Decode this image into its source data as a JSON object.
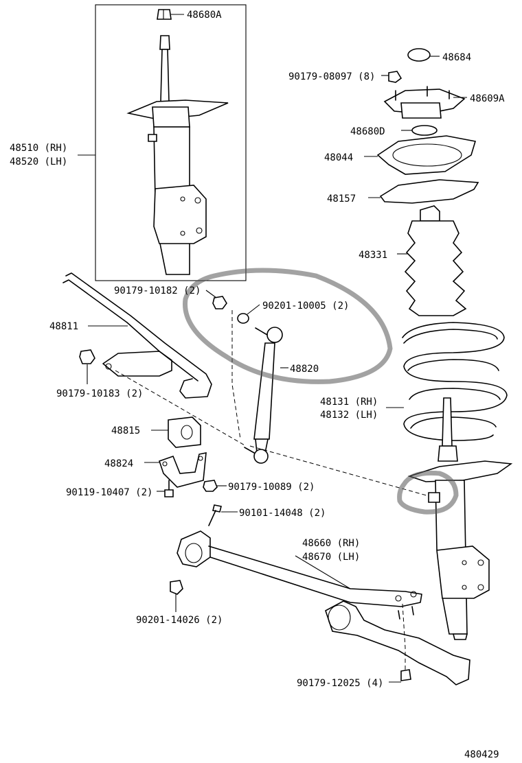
{
  "diagram": {
    "drawing_number": "480429",
    "callouts": [
      {
        "id": "c-48680a",
        "text": "48680A"
      },
      {
        "id": "c-48684",
        "text": "48684"
      },
      {
        "id": "c-90179-08097",
        "text": "90179-08097 (8)"
      },
      {
        "id": "c-48609a",
        "text": "48609A"
      },
      {
        "id": "c-48680d",
        "text": "48680D"
      },
      {
        "id": "c-48044",
        "text": "48044"
      },
      {
        "id": "c-48157",
        "text": "48157"
      },
      {
        "id": "c-48331",
        "text": "48331"
      },
      {
        "id": "c-48510",
        "text": "48510 (RH)"
      },
      {
        "id": "c-48520",
        "text": "48520 (LH)"
      },
      {
        "id": "c-90179-10182",
        "text": "90179-10182 (2)"
      },
      {
        "id": "c-90201-10005",
        "text": "90201-10005 (2)"
      },
      {
        "id": "c-48811",
        "text": "48811"
      },
      {
        "id": "c-48820",
        "text": "48820"
      },
      {
        "id": "c-90179-10183",
        "text": "90179-10183 (2)"
      },
      {
        "id": "c-48131",
        "text": "48131 (RH)"
      },
      {
        "id": "c-48132",
        "text": "48132 (LH)"
      },
      {
        "id": "c-48815",
        "text": "48815"
      },
      {
        "id": "c-48824",
        "text": "48824"
      },
      {
        "id": "c-90119-10407",
        "text": "90119-10407 (2)"
      },
      {
        "id": "c-90179-10089",
        "text": "90179-10089 (2)"
      },
      {
        "id": "c-90101-14048",
        "text": "90101-14048 (2)"
      },
      {
        "id": "c-48660",
        "text": "48660 (RH)"
      },
      {
        "id": "c-48670",
        "text": "48670 (LH)"
      },
      {
        "id": "c-90201-14026",
        "text": "90201-14026 (2)"
      },
      {
        "id": "c-90179-12025",
        "text": "90179-12025 (4)"
      }
    ]
  }
}
